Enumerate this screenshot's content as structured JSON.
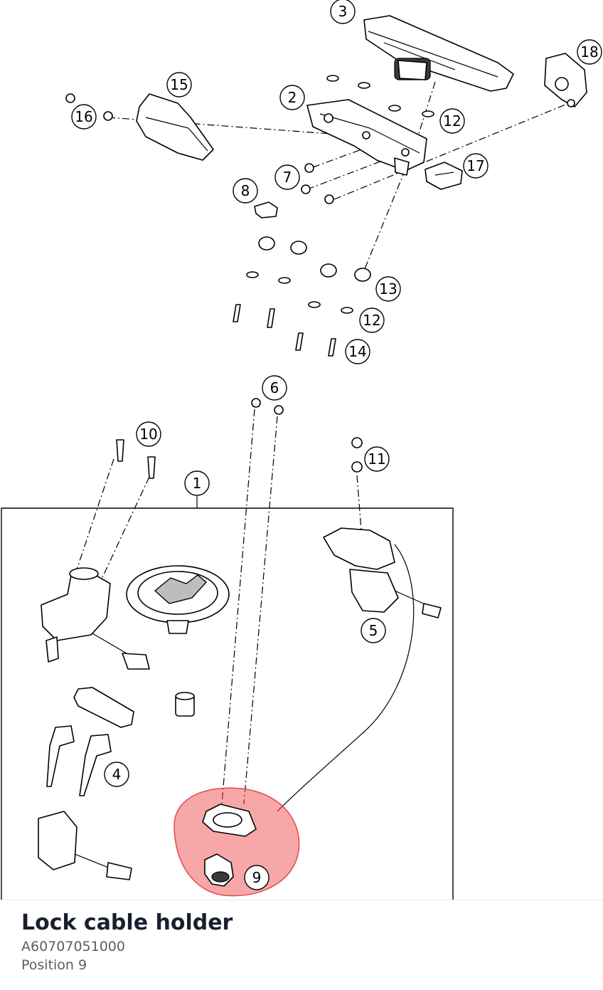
{
  "diagram": {
    "callouts": [
      "1",
      "2",
      "3",
      "4",
      "5",
      "6",
      "7",
      "8",
      "9",
      "10",
      "11",
      "12",
      "12",
      "13",
      "14",
      "15",
      "16",
      "17",
      "18"
    ]
  },
  "part": {
    "title": "Lock cable holder",
    "number": "A60707051000",
    "position": "Position 9"
  },
  "colors": {
    "highlight": "#f05050",
    "title_text": "#1a1f2e",
    "meta_text": "#5a5f6a"
  }
}
